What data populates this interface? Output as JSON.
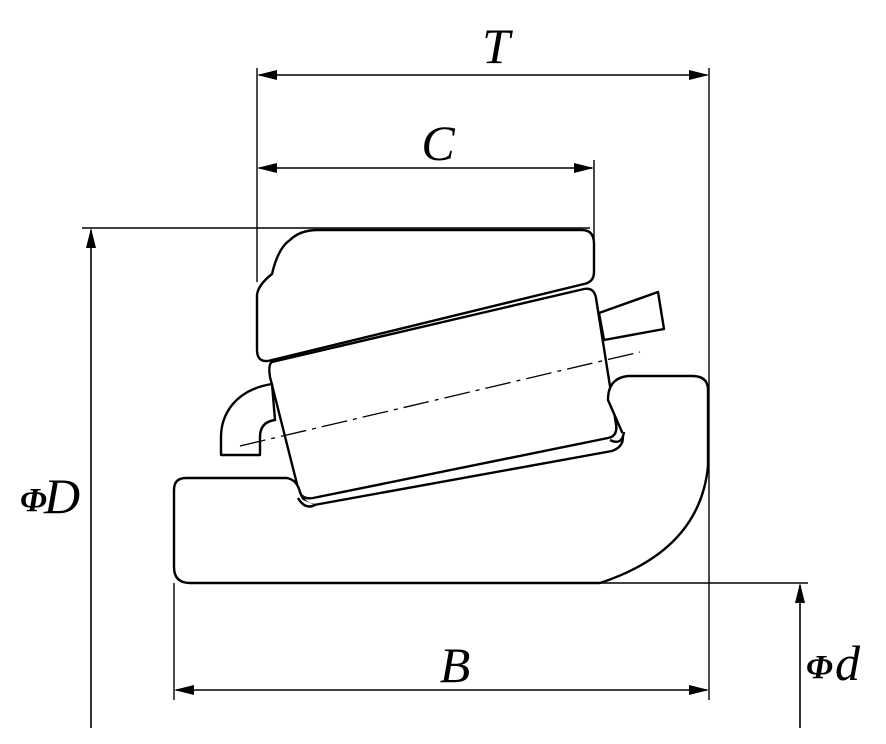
{
  "labels": {
    "T": "T",
    "C": "C",
    "B": "B",
    "D_phi": "Φ",
    "D": "D",
    "d_phi": "Φ",
    "d": "d"
  }
}
